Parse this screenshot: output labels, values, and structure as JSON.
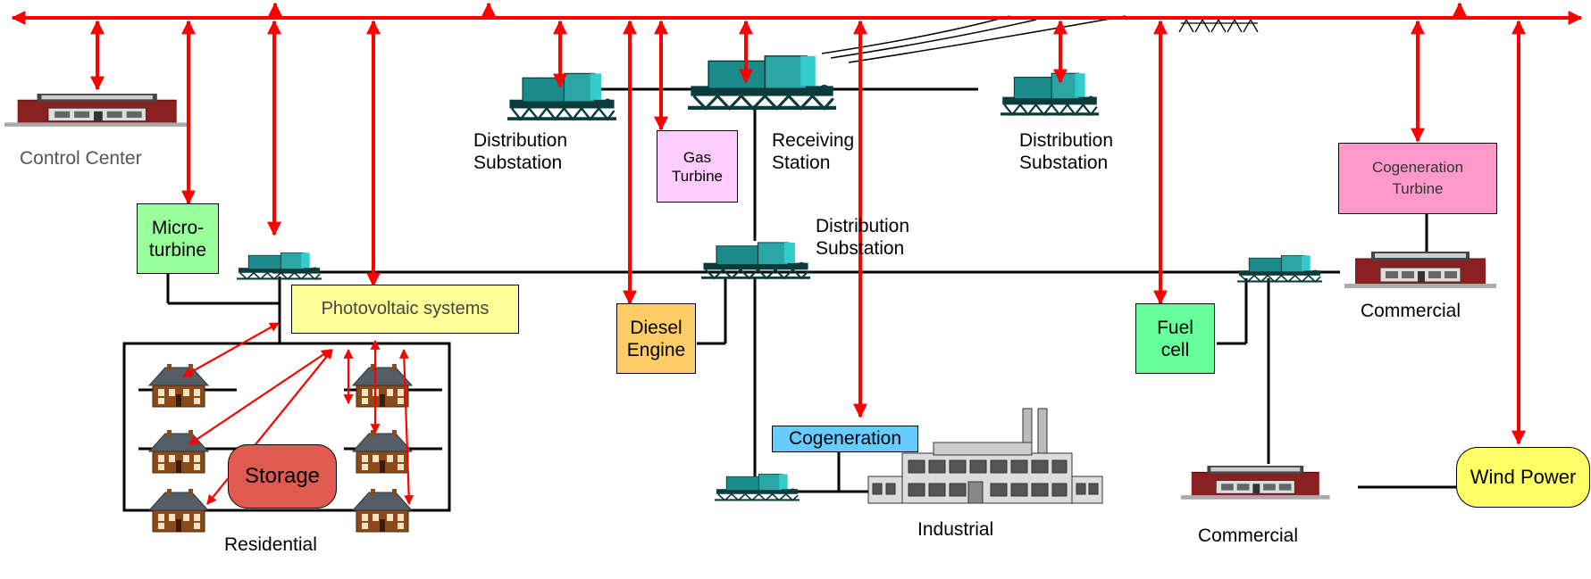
{
  "labels": {
    "control_center": "Control Center",
    "micro_turbine": "Micro-\nturbine",
    "photovoltaic": "Photovoltaic systems",
    "storage": "Storage",
    "residential": "Residential",
    "distribution_substation_left": "Distribution\nSubstation",
    "gas_turbine": "Gas\nTurbine",
    "receiving_station": "Receiving\nStation",
    "distribution_substation_right": "Distribution\nSubstation",
    "distribution_substation_center": "Distribution\nSubstation",
    "diesel_engine": "Diesel\nEngine",
    "cogeneration": "Cogeneration",
    "industrial": "Industrial",
    "fuel_cell": "Fuel\ncell",
    "cogeneration_turbine": "Cogeneration\nTurbine",
    "commercial_upper": "Commercial",
    "commercial_lower": "Commercial",
    "wind_power": "Wind Power"
  },
  "colors": {
    "comm_line": "#ff0000",
    "power_line": "#000000",
    "micro_turbine_fill": "#99ff99",
    "photovoltaic_fill": "#ffff99",
    "storage_fill": "#e05a4f",
    "gas_turbine_fill": "#ffccff",
    "diesel_engine_fill": "#ffcc66",
    "cogeneration_fill": "#66ccff",
    "fuel_cell_fill": "#66ff99",
    "cogeneration_turbine_fill": "#ff99cc",
    "wind_power_fill": "#ffff66",
    "substation_teal": "#1a8a8a"
  },
  "icons": [
    "control-center-building-icon",
    "substation-icon",
    "house-icon",
    "factory-icon",
    "commercial-building-icon",
    "transmission-tower-icon"
  ]
}
